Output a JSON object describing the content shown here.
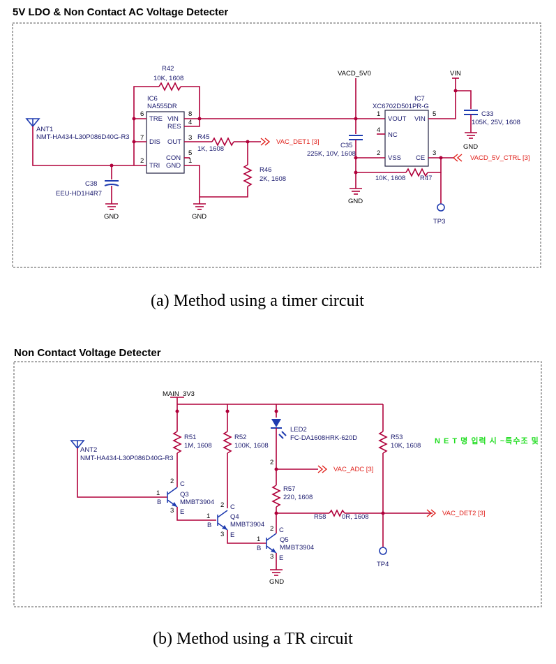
{
  "panel_a": {
    "title": "5V LDO & Non Contact AC Voltage Detecter",
    "caption": "(a)  Method  using  a  timer  circuit",
    "ant": {
      "ref": "ANT1",
      "part": "NMT-HA434-L30P086D40G-R3"
    },
    "ic6": {
      "ref": "IC6",
      "part": "NA555DR",
      "pins_left": [
        "TRE",
        "DIS",
        "TRI"
      ],
      "pins_right": [
        "VIN",
        "RES",
        "OUT",
        "CON",
        "GND"
      ],
      "nums": [
        "6",
        "7",
        "2",
        "8",
        "4",
        "3",
        "5",
        "1"
      ]
    },
    "r42": {
      "ref": "R42",
      "value": "10K, 1608"
    },
    "r45": {
      "ref": "R45",
      "value": "1K, 1608"
    },
    "r46": {
      "ref": "R46",
      "value": "2K, 1608"
    },
    "c38": {
      "ref": "C38",
      "value": "EEU-HD1H4R7"
    },
    "vac_det1": "VAC_DET1 [3]",
    "vacd_5v0": "VACD_5V0",
    "ic7": {
      "ref": "IC7",
      "part": "XC6702D501PR-G",
      "pins": [
        "VOUT",
        "VIN",
        "NC",
        "VSS",
        "CE"
      ],
      "nums": [
        "1",
        "5",
        "4",
        "2",
        "3"
      ]
    },
    "c35": {
      "ref": "C35",
      "value": "225K, 10V, 1608"
    },
    "c33": {
      "ref": "C33",
      "value": "105K, 25V, 1608"
    },
    "vin": "VIN",
    "r47": {
      "ref": "R47",
      "value": "10K, 1608"
    },
    "vacd_ctrl": "VACD_5V_CTRL  [3]",
    "tp3": "TP3",
    "gnd": "GND"
  },
  "panel_b": {
    "title": "Non Contact Voltage Detecter",
    "caption": "(b)  Method  using  a  TR  circuit",
    "main": "MAIN_3V3",
    "ant": {
      "ref": "ANT2",
      "part": "NMT-HA434-L30P086D40G-R3"
    },
    "r51": {
      "ref": "R51",
      "value": "1M, 1608"
    },
    "r52": {
      "ref": "R52",
      "value": "100K, 1608"
    },
    "led2": {
      "ref": "LED2",
      "part": "FC-DA1608HRK-620D"
    },
    "r53": {
      "ref": "R53",
      "value": "10K, 1608"
    },
    "net_note": "N E T 명 입력 시  ~특수조    및",
    "q3": {
      "ref": "Q3",
      "part": "MMBT3904"
    },
    "q4": {
      "ref": "Q4",
      "part": "MMBT3904"
    },
    "q5": {
      "ref": "Q5",
      "part": "MMBT3904"
    },
    "r57": {
      "ref": "R57",
      "value": "220, 1608"
    },
    "r58": {
      "ref": "R58",
      "value": "0R, 1608"
    },
    "vac_adc": "VAC_ADC  [3]",
    "vac_det2": "VAC_DET2  [3]",
    "tp4": "TP4",
    "gnd": "GND",
    "pin_b": "B",
    "pin_c": "C",
    "pin_e": "E",
    "n1": "1",
    "n2": "2",
    "n3": "3"
  }
}
